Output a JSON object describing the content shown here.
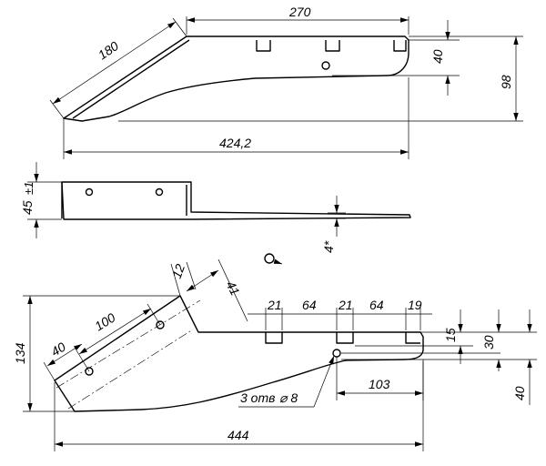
{
  "view_top": {
    "dim_length_270": "270",
    "dim_slant_180": "180",
    "dim_height_40": "40",
    "dim_height_98": "98",
    "dim_total_424": "424,2"
  },
  "view_side": {
    "dim_height_45": "45",
    "dim_tol": "±1",
    "dim_thickness": "4*"
  },
  "view_bottom": {
    "dim_12": "12",
    "dim_41": "41",
    "dim_100": "100",
    "dim_40_slant": "40",
    "dim_134": "134",
    "dim_21a": "21",
    "dim_64a": "64",
    "dim_21b": "21",
    "dim_64b": "64",
    "dim_19": "19",
    "dim_15": "15",
    "dim_30": "30",
    "dim_40_right": "40",
    "dim_103": "103",
    "holes_note": "3 отв",
    "holes_dia": "⌀ 8",
    "dim_444": "444"
  }
}
